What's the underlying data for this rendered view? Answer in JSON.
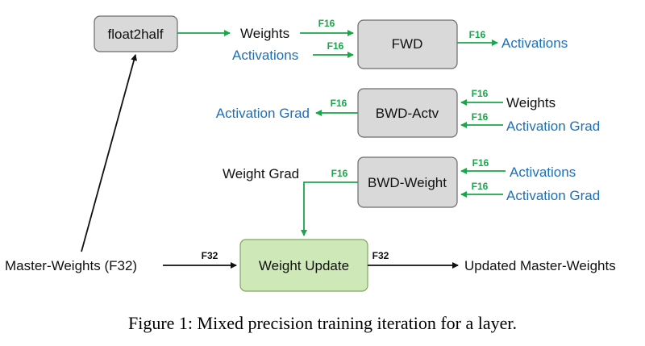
{
  "colors": {
    "green": "#1aa64a",
    "blue": "#1f6fb5",
    "black": "#111111",
    "box_fill": "#d9d9d9",
    "box_stroke": "#6b6b6b",
    "update_fill": "#cfe8b8",
    "update_stroke": "#7da860"
  },
  "nodes": {
    "float2half": "float2half",
    "fwd": "FWD",
    "bwd_actv": "BWD-Actv",
    "bwd_weight": "BWD-Weight",
    "weight_update": "Weight Update"
  },
  "labels": {
    "weights_in_fwd": "Weights",
    "activations_in_fwd": "Activations",
    "activations_out_fwd": "Activations",
    "activation_grad_out": "Activation Grad",
    "weights_in_bwd_actv": "Weights",
    "activation_grad_in_bwd_actv": "Activation Grad",
    "weight_grad": "Weight Grad",
    "activations_in_bwd_weight": "Activations",
    "activation_grad_in_bwd_weight": "Activation Grad",
    "master_weights": "Master-Weights (F32)",
    "updated_master_weights": "Updated Master-Weights"
  },
  "precision_tags": {
    "f16": "F16",
    "f32": "F32"
  },
  "caption": "Figure 1: Mixed precision training iteration for a layer."
}
